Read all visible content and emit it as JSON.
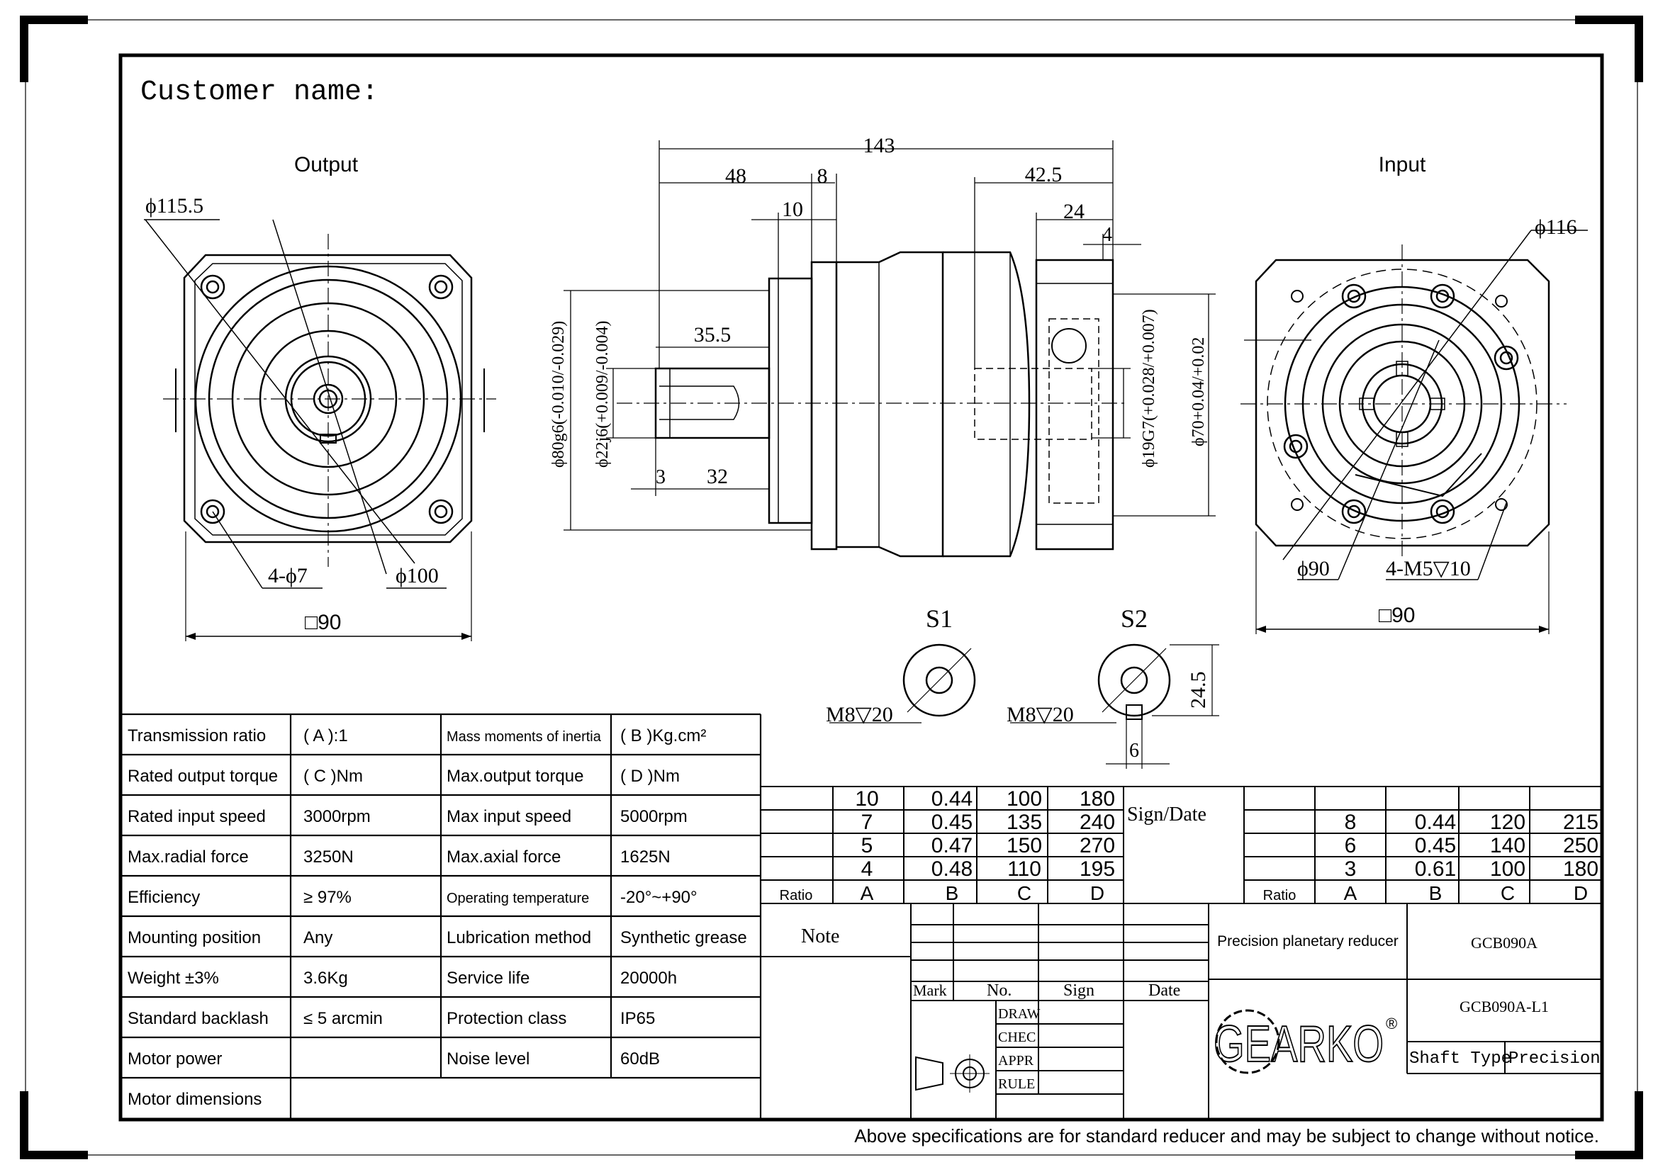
{
  "header": {
    "customer_label": "Customer name:"
  },
  "views": {
    "output_title": "Output",
    "input_title": "Input",
    "section_s1": "S1",
    "section_s2": "S2"
  },
  "dims": {
    "out_dia_1155": "ϕ115.5",
    "out_holes": "4-ϕ7",
    "out_dia_100": "ϕ100",
    "out_square": "□90",
    "side_143": "143",
    "side_48": "48",
    "side_8": "8",
    "side_10": "10",
    "side_425": "42.5",
    "side_24": "24",
    "side_4": "4",
    "side_355": "35.5",
    "side_3": "3",
    "side_32": "32",
    "side_80g6": "ϕ80g6(-0.010/-0.029)",
    "side_22j6": "ϕ22j6(+0.009/-0.004)",
    "side_19g7": "ϕ19G7(+0.028/+0.007)",
    "side_70": "ϕ70+0.04/+0.02",
    "in_dia_116": "ϕ116",
    "in_dia_90": "ϕ90",
    "in_threads": "4-M5▽10",
    "in_square": "□90",
    "s1_thread": "M8▽20",
    "s2_thread": "M8▽20",
    "s2_245": "24.5",
    "s2_6": "6"
  },
  "specs": [
    {
      "l1": "Transmission ratio",
      "v1": "( A ):1",
      "l2": "Mass moments of inertia",
      "v2": "( B )Kg.cm²"
    },
    {
      "l1": "Rated output torque",
      "v1": "( C )Nm",
      "l2": "Max.output torque",
      "v2": "( D )Nm"
    },
    {
      "l1": "Rated input speed",
      "v1": "3000rpm",
      "l2": "Max input speed",
      "v2": "5000rpm"
    },
    {
      "l1": "Max.radial force",
      "v1": "3250N",
      "l2": "Max.axial  force",
      "v2": "1625N"
    },
    {
      "l1": "Efficiency",
      "v1": "≥ 97%",
      "l2": "Operating temperature",
      "v2": "-20°~+90°"
    },
    {
      "l1": "Mounting position",
      "v1": "Any",
      "l2": "Lubrication method",
      "v2": "Synthetic grease"
    },
    {
      "l1": "Weight ±3%",
      "v1": "3.6Kg",
      "l2": "Service life",
      "v2": "20000h"
    },
    {
      "l1": "Standard backlash",
      "v1": "≤ 5 arcmin",
      "l2": "Protection class",
      "v2": "IP65"
    },
    {
      "l1": "Motor power",
      "v1": "",
      "l2": "Noise level",
      "v2": "60dB"
    },
    {
      "l1": "Motor dimensions",
      "v1": "",
      "l2": "",
      "v2": ""
    }
  ],
  "ratio_table_left": {
    "rows": [
      [
        "10",
        "0.44",
        "100",
        "180"
      ],
      [
        "7",
        "0.45",
        "135",
        "240"
      ],
      [
        "5",
        "0.47",
        "150",
        "270"
      ],
      [
        "4",
        "0.48",
        "110",
        "195"
      ]
    ],
    "footer": [
      "Ratio",
      "A",
      "B",
      "C",
      "D"
    ]
  },
  "ratio_table_right": {
    "rows": [
      [
        "8",
        "0.44",
        "120",
        "215"
      ],
      [
        "6",
        "0.45",
        "140",
        "250"
      ],
      [
        "3",
        "0.61",
        "100",
        "180"
      ]
    ],
    "footer": [
      "Ratio",
      "A",
      "B",
      "C",
      "D"
    ]
  },
  "title_block": {
    "sign_date": "Sign/Date",
    "note": "Note",
    "mark": "Mark",
    "no": "No.",
    "sign": "Sign",
    "date": "Date",
    "draw": "DRAW",
    "chec": "CHEC",
    "appr": "APPR",
    "rule": "RULE",
    "product_name": "Precision planetary reducer",
    "model": "GCB090A",
    "model_variant": "GCB090A-L1",
    "shaft_type": "Shaft Type",
    "precision": "Precision",
    "logo_text": "GEARKO",
    "logo_reg": "®"
  },
  "footer_note": "Above specifications are for standard reducer and may be subject to change without notice."
}
